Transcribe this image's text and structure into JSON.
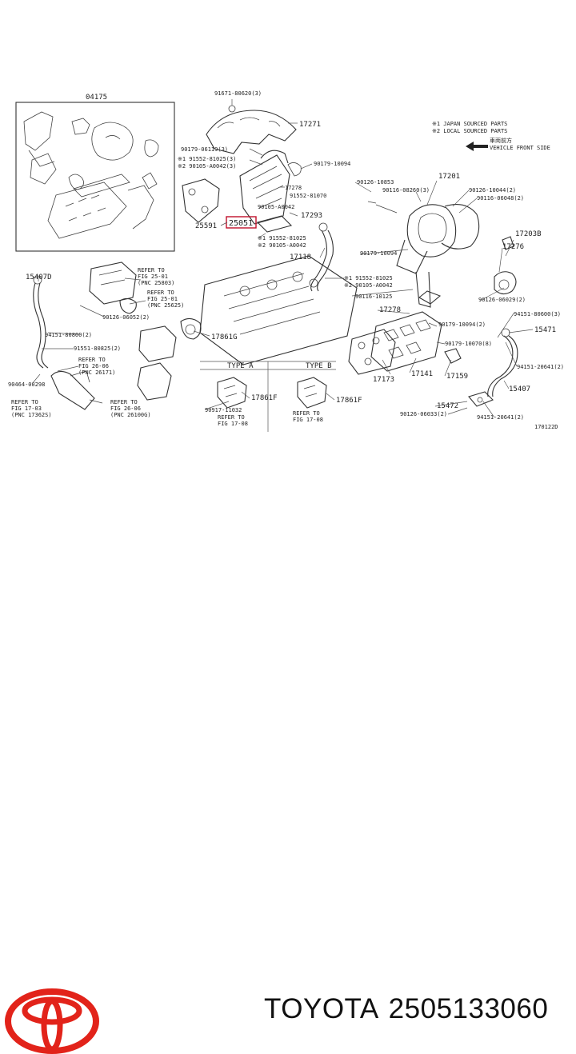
{
  "footer": {
    "brand": "TOYOTA",
    "part_number": "2505133060",
    "logo_color": "#e2231a"
  },
  "diagram": {
    "drawing_code": "170122D",
    "legend": {
      "japan": "※1 JAPAN SOURCED PARTS",
      "local": "※2 LOCAL SOURCED PARTS",
      "front_jp": "車両前方",
      "front": "VEHICLE FRONT SIDE"
    },
    "inset_label": "04175",
    "type_a": "TYPE A",
    "type_b": "TYPE B",
    "highlighted_part": "25051",
    "labels": {
      "l91671": "91671-80620(3)",
      "l17271": "17271",
      "l90179a": "90179-06119(3)",
      "l91552a": "※1 91552-81025(3)",
      "l90105a": "※2 90105-A0042(3)",
      "l90179b": "90179-10094",
      "l17278a": "17278",
      "l91552b": "91552-81070",
      "l90105b": "90105-A0042",
      "l17293": "17293",
      "l25591": "25591",
      "l91552c": "※1 91552-81025",
      "l90105c": "※2 90105-A0042",
      "l17118": "17118",
      "l17201": "17201",
      "l90126a": "90126-10853",
      "l90116a": "90116-08260(3)",
      "l90126b": "90126-10044(2)",
      "l90116b": "90116-06048(2)",
      "l17203b": "17203B",
      "l17276": "17276",
      "l90179c": "90179-10094",
      "l91552d": "※1 91552-81025",
      "l90105d": "※2 90105-A0042",
      "l90116c": "90116-10125",
      "l17278b": "17278",
      "l90126c": "90126-06029(2)",
      "l94151a": "94151-80600(3)",
      "l15471": "15471",
      "l90179d": "90179-10094(2)",
      "l90179e": "90179-10070(8)",
      "l94151b": "94151-20641(2)",
      "l17173": "17173",
      "l17141": "17141",
      "l17159": "17159",
      "l15407a": "15407D",
      "l15407b": "15407",
      "l15472": "15472",
      "l90126d": "90126-06033(2)",
      "l94151c": "94151-20641(2)",
      "l94151d": "94151-80800(2)",
      "l91551": "91551-80825(2)",
      "l90464": "90464-00298",
      "l90126e": "90126-06052(2)",
      "l17861g": "17861G",
      "l17861fa": "17861F",
      "l17861fb": "17861F",
      "l90917": "90917-11032",
      "ref1a": "REFER TO",
      "ref1b": "FIG 25-01",
      "ref1c": "(PNC 25803)",
      "ref2a": "REFER TO",
      "ref2b": "FIG 25-01",
      "ref2c": "(PNC 25625)",
      "ref3a": "REFER TO",
      "ref3b": "FIG 26-06",
      "ref3c": "(PNC 26171)",
      "ref4a": "REFER TO",
      "ref4b": "FIG 17-03",
      "ref4c": "(PNC 17362S)",
      "ref5a": "REFER TO",
      "ref5b": "FIG 26-06",
      "ref5c": "(PNC 26100G)",
      "ref6a": "REFER TO",
      "ref6b": "FIG 17-08",
      "ref7a": "REFER TO",
      "ref7b": "FIG 17-08"
    }
  }
}
